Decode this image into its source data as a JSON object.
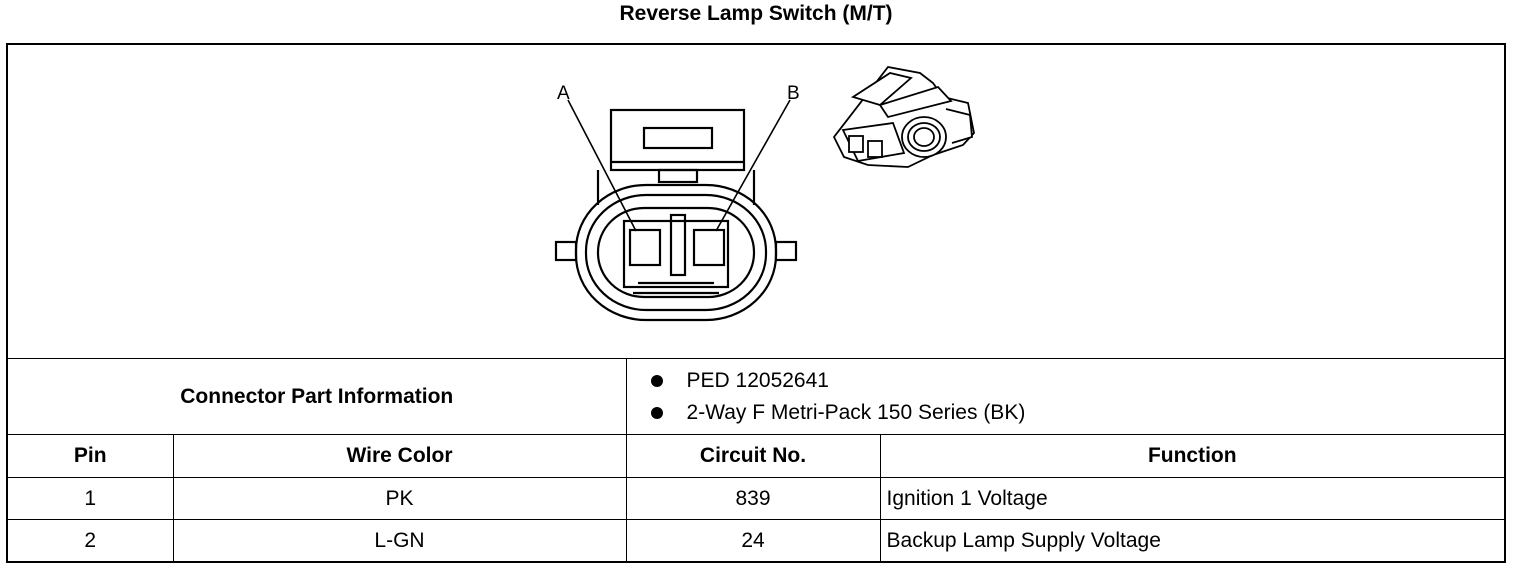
{
  "title": "Reverse Lamp Switch (M/T)",
  "diagram": {
    "label_a": "A",
    "label_b": "B"
  },
  "connector_info": {
    "label": "Connector Part Information",
    "items": [
      "PED 12052641",
      "2-Way F Metri-Pack 150 Series (BK)"
    ]
  },
  "table": {
    "headers": [
      "Pin",
      "Wire Color",
      "Circuit No.",
      "Function"
    ],
    "rows": [
      [
        "1",
        "PK",
        "839",
        "Ignition 1 Voltage"
      ],
      [
        "2",
        "L-GN",
        "24",
        "Backup Lamp Supply Voltage"
      ]
    ]
  }
}
